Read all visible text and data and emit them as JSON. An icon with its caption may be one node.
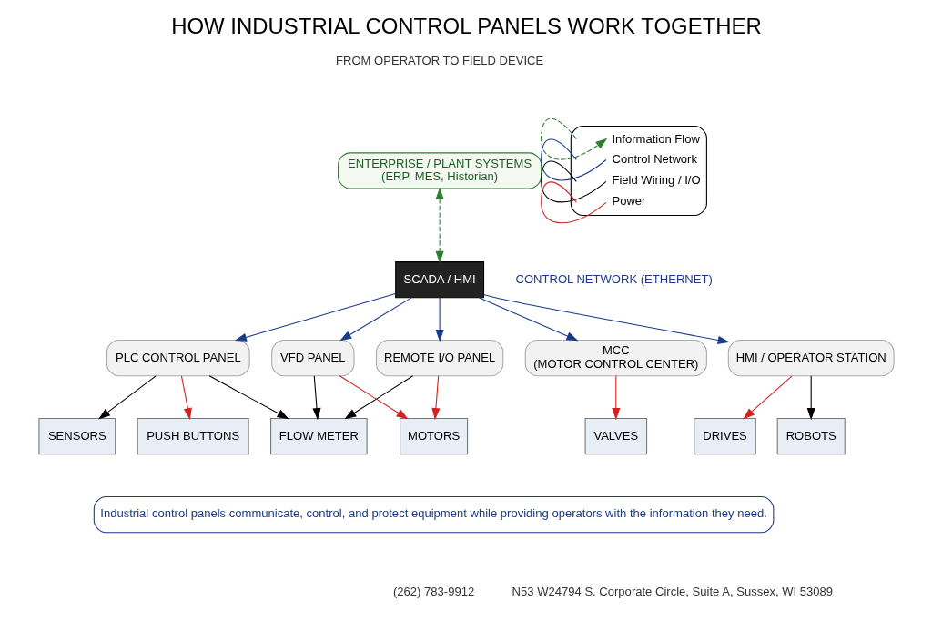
{
  "diagram": {
    "title": "HOW INDUSTRIAL CONTROL PANELS WORK TOGETHER",
    "nodes": [
      {
        "text": [
          "ENTERPRISE / PLANT SYSTEMS",
          "(ERP, MES, Historian)"
        ]
      },
      {
        "text": [
          "SCADA / HMI"
        ]
      },
      {
        "text": [
          "PLC CONTROL PANEL"
        ]
      },
      {
        "text": [
          "REMOTE I/O PANEL"
        ]
      },
      {
        "text": [
          "VFD PANEL"
        ]
      },
      {
        "text": [
          "MCC",
          "(MOTOR CONTROL CENTER)"
        ]
      },
      {
        "text": [
          "HMI / OPERATOR STATION"
        ]
      },
      {
        "text": [
          "SENSORS"
        ]
      },
      {
        "text": [
          "PUSH BUTTONS"
        ]
      },
      {
        "text": [
          "FLOW METER"
        ]
      },
      {
        "text": [
          "MOTORS"
        ]
      },
      {
        "text": [
          "VALVES"
        ]
      },
      {
        "text": [
          "DRIVES"
        ]
      },
      {
        "text": [
          "ROBOTS"
        ]
      },
      {
        "text": [
          "Industrial control panels communicate, control, and protect equipment while providing operators with the information they need."
        ]
      }
    ],
    "edges": [
      {
        "from": 0,
        "to": 1,
        "arrow": "both",
        "style": "dashed",
        "color": "#2e7d32"
      },
      {
        "from": 1,
        "to": 2,
        "arrow": "to",
        "color": "#1a3a8c"
      },
      {
        "from": 1,
        "to": 3,
        "arrow": "to",
        "color": "#1a3a8c"
      },
      {
        "from": 1,
        "to": 4,
        "arrow": "to",
        "color": "#1a3a8c"
      },
      {
        "from": 1,
        "to": 5,
        "arrow": "to",
        "color": "#1a3a8c"
      },
      {
        "from": 1,
        "to": 6,
        "arrow": "to",
        "color": "#1a3a8c"
      },
      {
        "from": 2,
        "to": 7,
        "arrow": "to",
        "color": "#000000"
      },
      {
        "from": 2,
        "to": 9,
        "arrow": "to",
        "color": "#000000"
      },
      {
        "from": 3,
        "to": 9,
        "arrow": "to",
        "color": "#000000"
      },
      {
        "from": 4,
        "to": 9,
        "arrow": "to",
        "color": "#000000"
      },
      {
        "from": 2,
        "to": 8,
        "arrow": "to",
        "color": "#d42020"
      },
      {
        "from": 3,
        "to": 10,
        "arrow": "to",
        "color": "#d42020"
      },
      {
        "from": 4,
        "to": 10,
        "arrow": "to",
        "color": "#d42020"
      },
      {
        "from": 5,
        "to": 11,
        "arrow": "to",
        "color": "#d42020"
      },
      {
        "from": 6,
        "to": 12,
        "arrow": "to",
        "color": "#d42020"
      },
      {
        "from": 6,
        "to": 13,
        "arrow": "to",
        "color": "#000000"
      }
    ],
    "labels": [
      "FROM OPERATOR TO FIELD DEVICE",
      "CONTROL NETWORK (ETHERNET)",
      "(262) 783-9912",
      "N53 W24794 S. Corporate Circle, Suite A, Sussex, WI 53089"
    ],
    "legend": [
      {
        "text": "Information Flow"
      },
      {
        "text": "Control Network"
      },
      {
        "text": "Field Wiring / I/O"
      },
      {
        "text": "Power"
      }
    ]
  }
}
